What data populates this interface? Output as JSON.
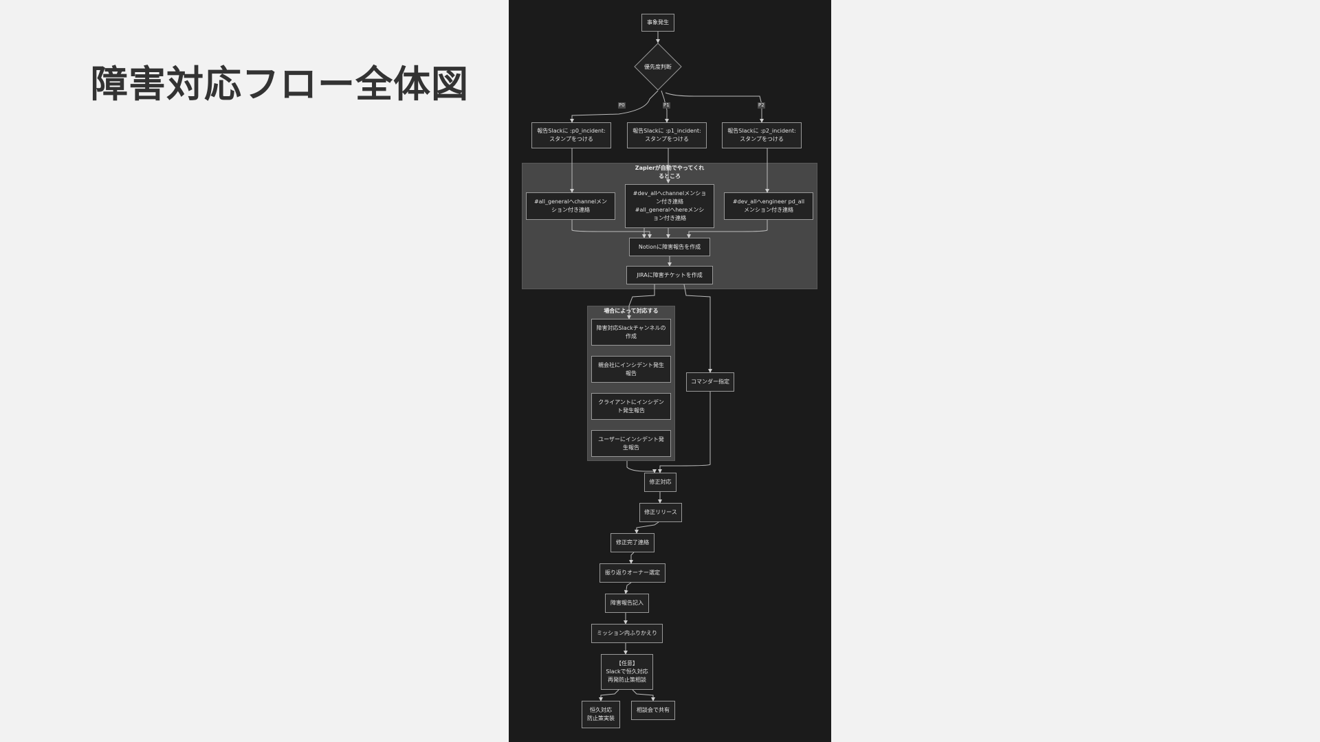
{
  "page": {
    "title": "障害対応フロー全体図"
  },
  "diagram": {
    "start": "事象発生",
    "decision": "優先度判断",
    "edge_labels": {
      "p0": "P0",
      "p1": "P1",
      "p2": "P2"
    },
    "stamps": {
      "p0": "報告Slackに :p0_incident:\nスタンプをつける",
      "p1": "報告Slackに :p1_incident:\nスタンプをつける",
      "p2": "報告Slackに :p2_incident:\nスタンプをつける"
    },
    "zapier": {
      "label": "Zapierが自動でやってくれ\nるところ",
      "general": "#all_generalへchannelメン\nション付き連絡",
      "dev_all": "#dev_allへchannelメンショ\nン付き連絡\n#all_generalへhereメンシ\nョン付き連絡",
      "engineer": "#dev_allへengineer pd_all\nメンション付き連絡",
      "notion": "Notionに障害報告を作成",
      "jira": "JIRAに障害チケットを作成"
    },
    "case": {
      "label": "場合によって対応する",
      "items": [
        "障害対応Slackチャンネルの\n作成",
        "親会社にインシデント発生\n報告",
        "クライアントにインシデン\nト発生報告",
        "ユーザーにインシデント発\n生報告"
      ]
    },
    "commander": "コマンダー指定",
    "fix": "修正対応",
    "release": "修正リリース",
    "complete": "修正完了連絡",
    "owner": "振り返りオーナー選定",
    "report": "障害報告記入",
    "retro": "ミッション内ふりかえり",
    "optional": "【任意】\nSlackで恒久対応\n再発防止策相談",
    "permanent": "恒久対応\n防止策実装",
    "share": "相談会で共有"
  }
}
